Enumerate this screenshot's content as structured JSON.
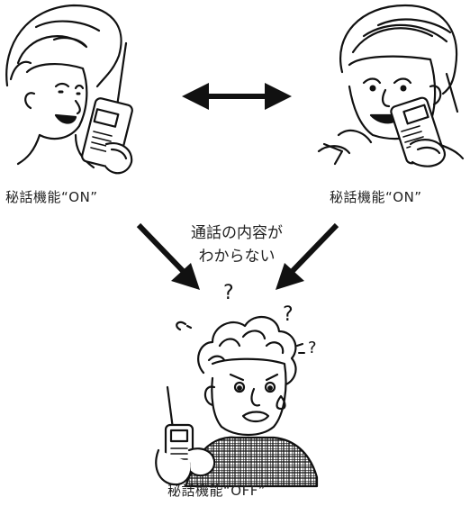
{
  "labels": {
    "left_person": "秘話機能“ON”",
    "right_person": "秘話機能“ON”",
    "bottom_person": "秘話機能“OFF”"
  },
  "caption": {
    "line1": "通話の内容が",
    "line2": "わからない"
  },
  "colors": {
    "ink": "#111111",
    "background": "#ffffff"
  },
  "icons": {
    "left": "woman-with-radio-icon",
    "right": "man-with-radio-icon",
    "bottom": "confused-man-with-radio-icon",
    "link": "double-arrow-icon"
  }
}
